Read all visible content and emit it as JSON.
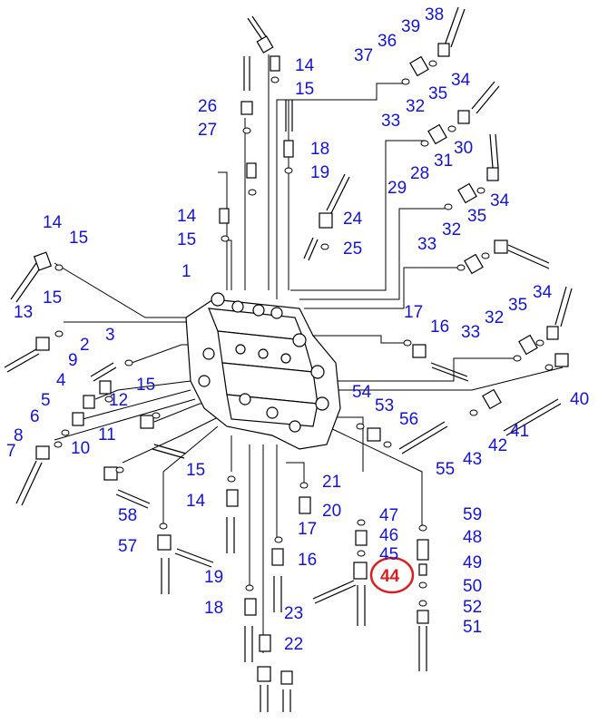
{
  "colors": {
    "callout": "#1414d0",
    "highlight": "#d62020",
    "line": "#000000"
  },
  "highlighted_part": "44",
  "callouts": [
    "38",
    "39",
    "36",
    "37",
    "14",
    "15",
    "34",
    "35",
    "26",
    "32",
    "33",
    "27",
    "18",
    "30",
    "31",
    "19",
    "28",
    "29",
    "34",
    "24",
    "35",
    "14",
    "15",
    "32",
    "33",
    "25",
    "1",
    "14",
    "15",
    "13",
    "15",
    "17",
    "16",
    "35",
    "34",
    "32",
    "33",
    "2",
    "3",
    "9",
    "4",
    "12",
    "15",
    "5",
    "6",
    "8",
    "7",
    "10",
    "11",
    "54",
    "53",
    "56",
    "43",
    "42",
    "41",
    "40",
    "55",
    "15",
    "21",
    "14",
    "20",
    "58",
    "17",
    "57",
    "16",
    "19",
    "18",
    "23",
    "22",
    "47",
    "46",
    "45",
    "44",
    "59",
    "48",
    "49",
    "50",
    "52",
    "51"
  ],
  "icons": [
    "valve-body",
    "hose-fitting",
    "o-ring",
    "elbow-fitting",
    "highlight-circle"
  ]
}
